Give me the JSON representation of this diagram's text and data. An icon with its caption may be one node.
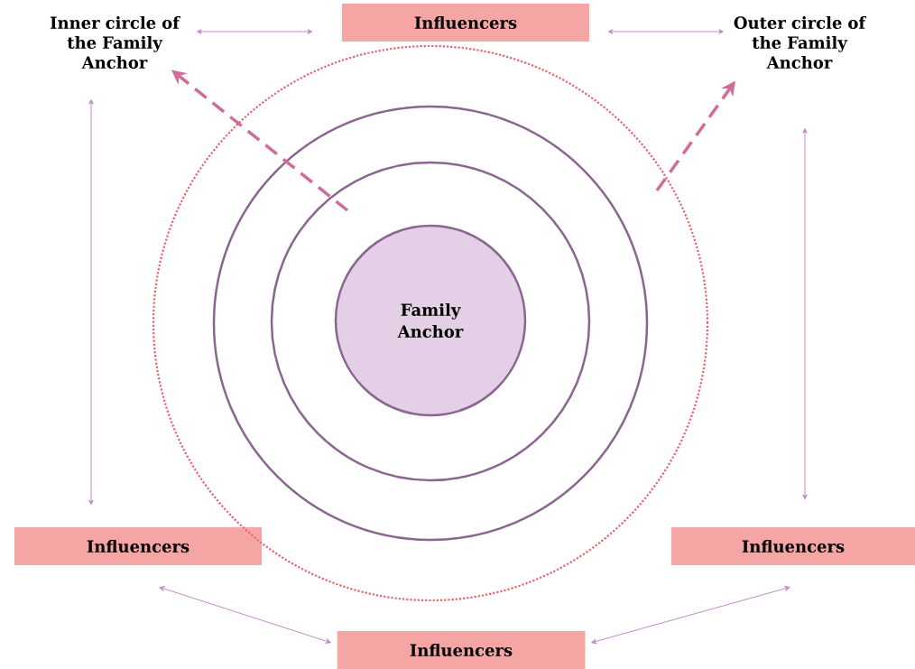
{
  "diagram": {
    "nodes": [
      {
        "text": [
          "Inner circle of the Family Anchor"
        ]
      },
      {
        "text": [
          "Influencers"
        ]
      },
      {
        "text": [
          "Outer circle of the Family Anchor"
        ]
      },
      {
        "text": [
          "Influencers"
        ]
      },
      {
        "text": [
          "Influencers"
        ]
      },
      {
        "text": [
          "Influencers"
        ]
      },
      {
        "text": [],
        "shape": "circle"
      },
      {
        "text": [],
        "shape": "circle",
        "in": 6
      },
      {
        "text": [],
        "shape": "circle",
        "in": 7
      },
      {
        "text": [
          "Family Anchor"
        ],
        "in": 8
      }
    ],
    "edges": [
      {
        "from": 0,
        "to": 1,
        "arrow": "both"
      },
      {
        "from": 1,
        "to": 2,
        "arrow": "both"
      },
      {
        "from": 0,
        "to": 3,
        "arrow": "both"
      },
      {
        "from": 2,
        "to": 4,
        "arrow": "both"
      },
      {
        "from": 3,
        "to": 5,
        "arrow": "both"
      },
      {
        "from": 4,
        "to": 5,
        "arrow": "both"
      },
      {
        "from": 8,
        "to": 0,
        "arrow": "to",
        "style": "dashed",
        "color": "#d06b9a"
      },
      {
        "from": 7,
        "to": 2,
        "arrow": "to",
        "style": "dashed",
        "color": "#d06b9a"
      }
    ]
  }
}
